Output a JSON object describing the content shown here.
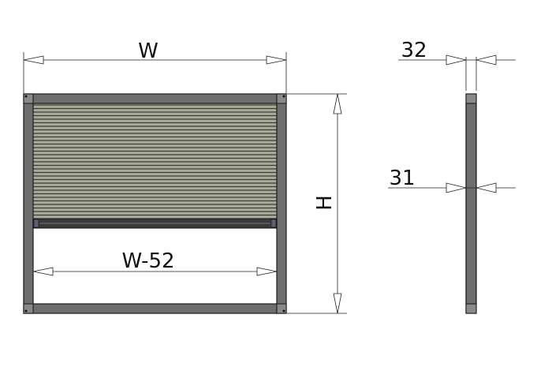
{
  "dimensions": {
    "width_label": "W",
    "height_label": "H",
    "inner_width_label": "W-52",
    "frame_depth_label": "32",
    "screen_depth_label": "31"
  },
  "colors": {
    "frame": "#6e6e6e",
    "frame_edge": "#1a1a1a",
    "corner": "#8a8a8a",
    "pleat_light": "#a9aa9a",
    "pleat_dark": "#3c3d37",
    "rail_cap": "#5c6070"
  }
}
